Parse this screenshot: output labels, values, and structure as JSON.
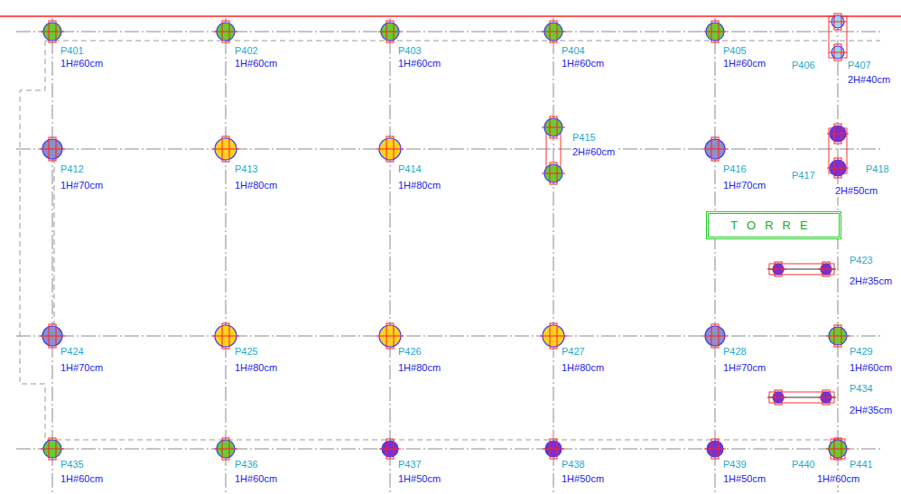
{
  "diagram": {
    "nodes": [
      {
        "text": [
          "TORRE"
        ]
      }
    ],
    "labels": [
      "P401",
      "1H#60cm",
      "P402",
      "1H#60cm",
      "P403",
      "1H#60cm",
      "P404",
      "1H#60cm",
      "P405",
      "1H#60cm",
      "P406",
      "P407",
      "2H#40cm",
      "P415",
      "2H#60cm",
      "P412",
      "1H#70cm",
      "P413",
      "1H#80cm",
      "P414",
      "1H#80cm",
      "P416",
      "1H#70cm",
      "P417",
      "P418",
      "2H#50cm",
      "P423",
      "2H#35cm",
      "P424",
      "1H#70cm",
      "P425",
      "1H#80cm",
      "P426",
      "1H#80cm",
      "P427",
      "1H#80cm",
      "P428",
      "1H#70cm",
      "P429",
      "1H#60cm",
      "P434",
      "2H#35cm",
      "P435",
      "1H#60cm",
      "P436",
      "1H#60cm",
      "P437",
      "1H#50cm",
      "P438",
      "1H#50cm",
      "P439",
      "1H#50cm",
      "P440",
      "P441",
      "1H#60cm"
    ]
  }
}
